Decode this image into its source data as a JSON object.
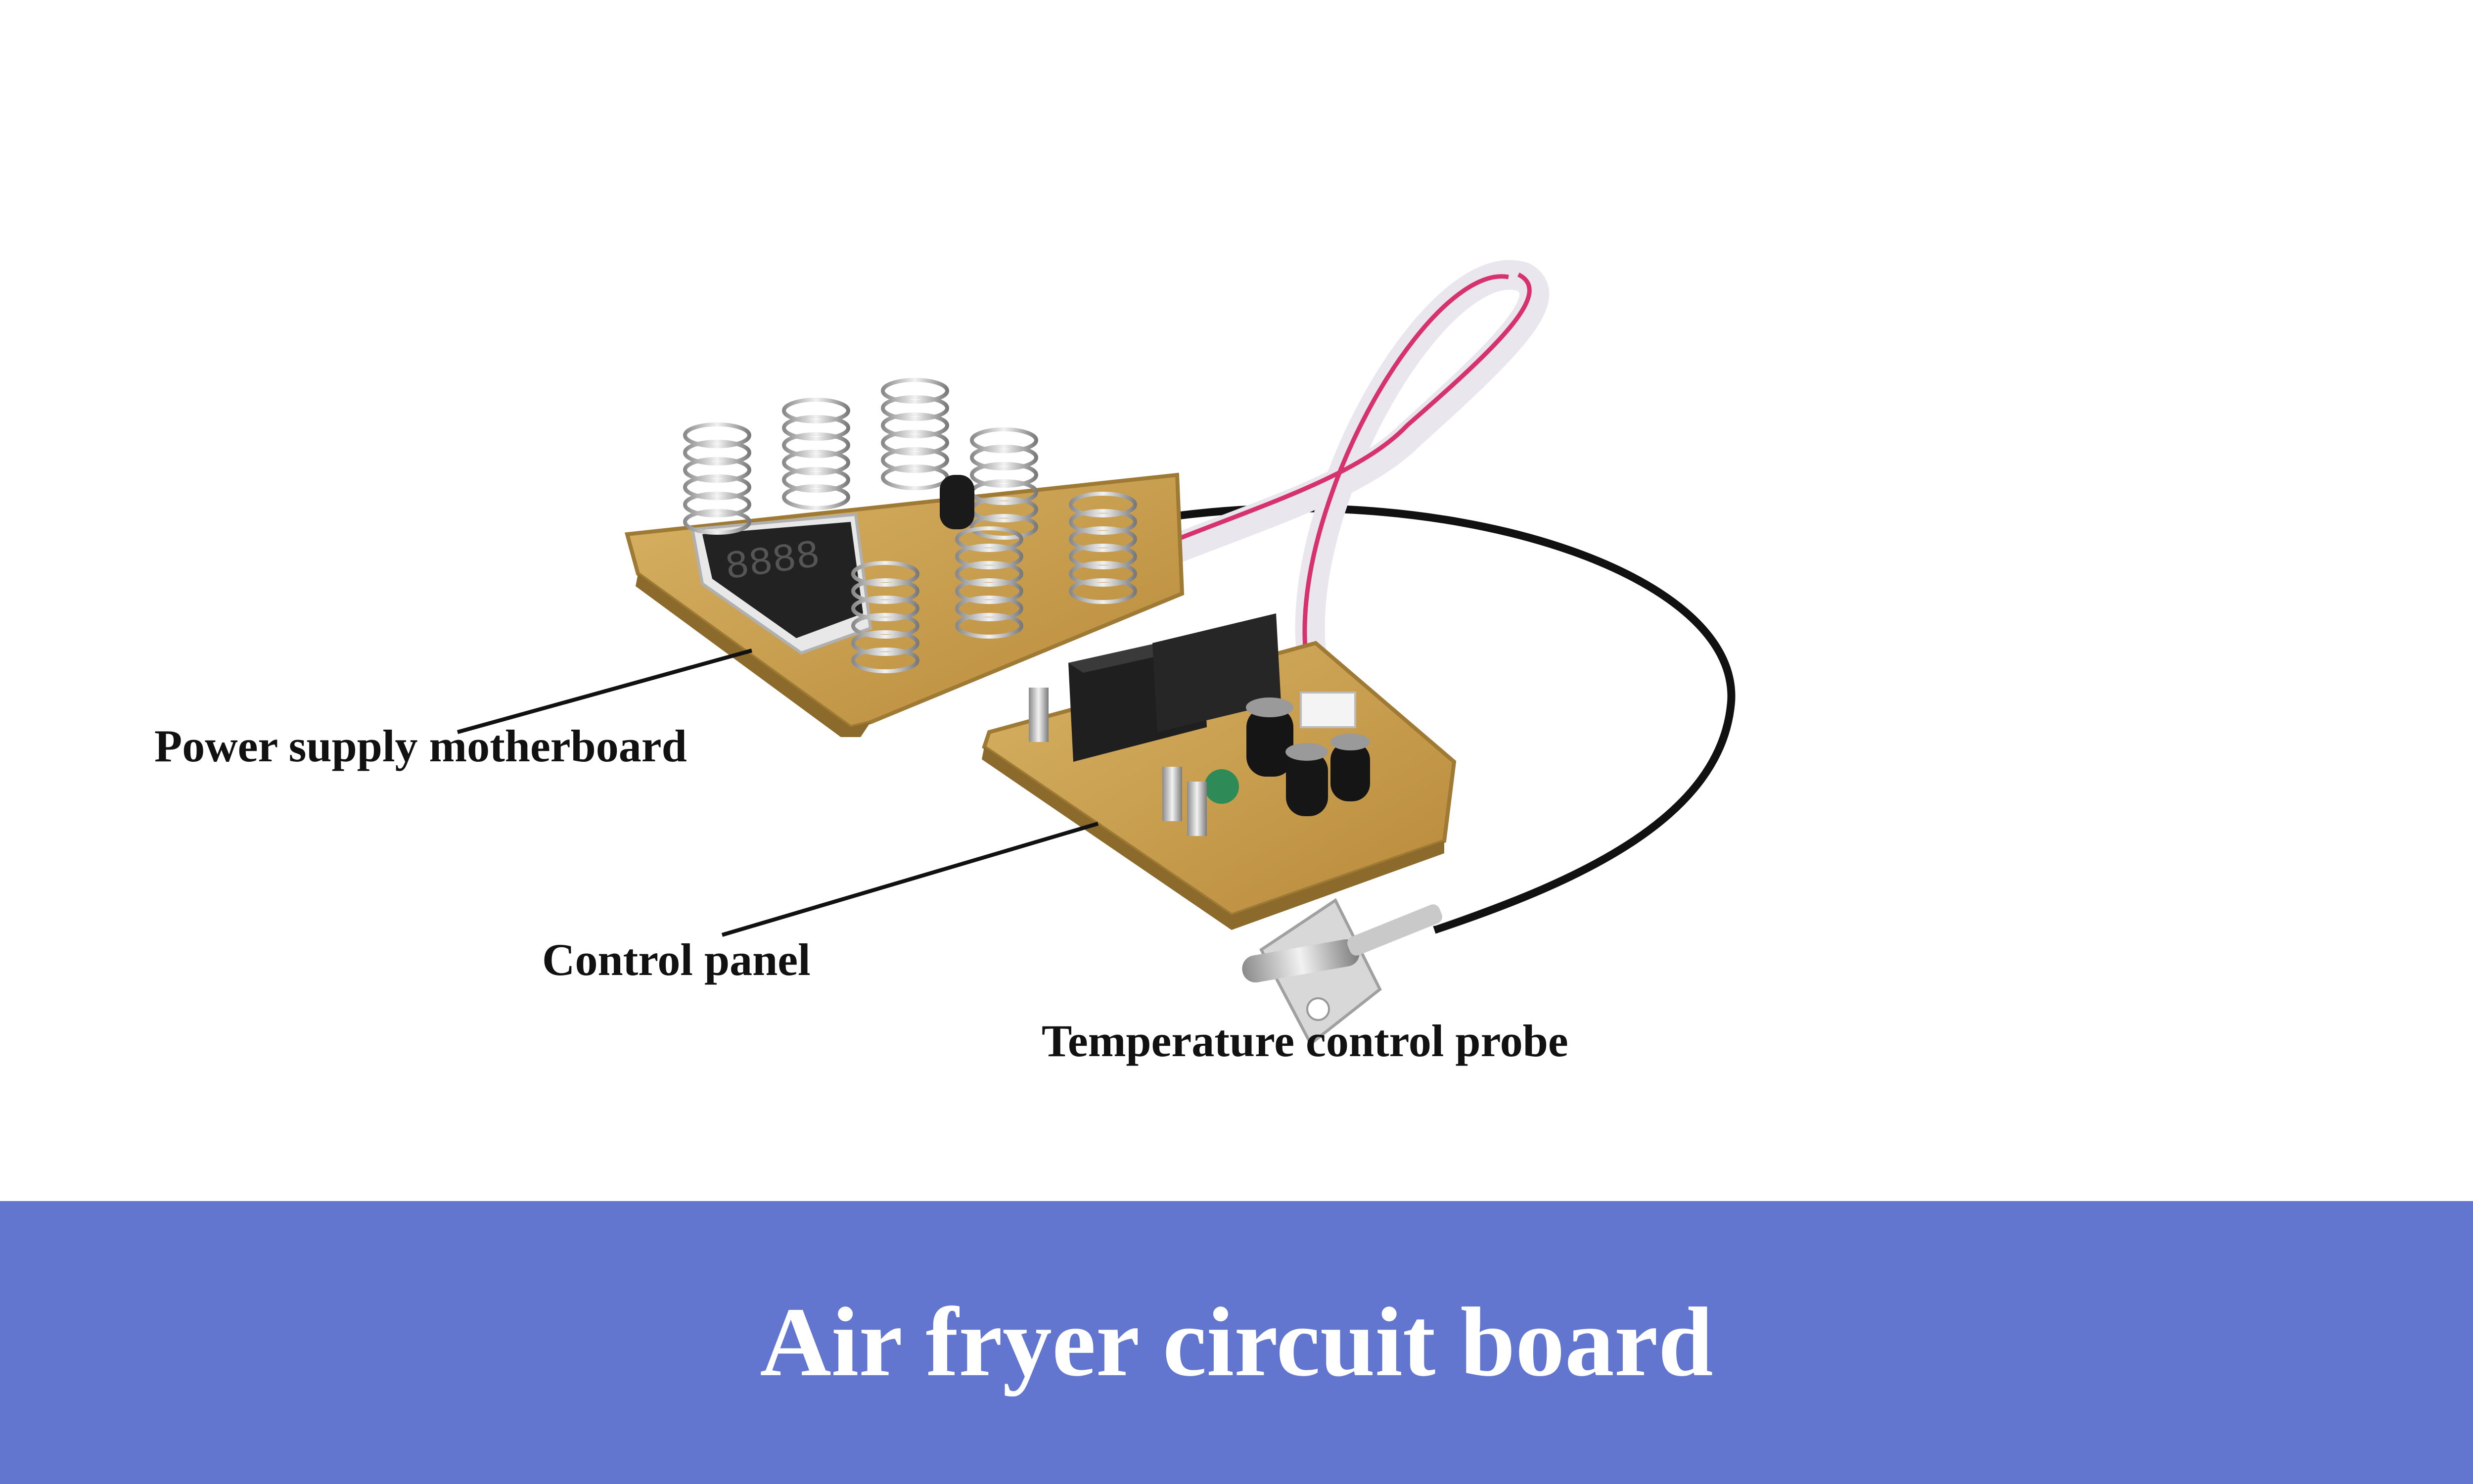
{
  "labels": {
    "motherboard": "Power supply motherboard",
    "control_panel": "Control panel",
    "probe": "Temperature control probe"
  },
  "banner": {
    "title": "Air fryer circuit board"
  },
  "colors": {
    "banner": "#6276d0",
    "pcb": "#c9a04e",
    "pcb_edge": "#9e7a35",
    "relay": "#1f1f1f",
    "wire_ribbon": "#f2f0f4",
    "wire_stripe": "#d6326e",
    "probe_cable": "#111111"
  }
}
